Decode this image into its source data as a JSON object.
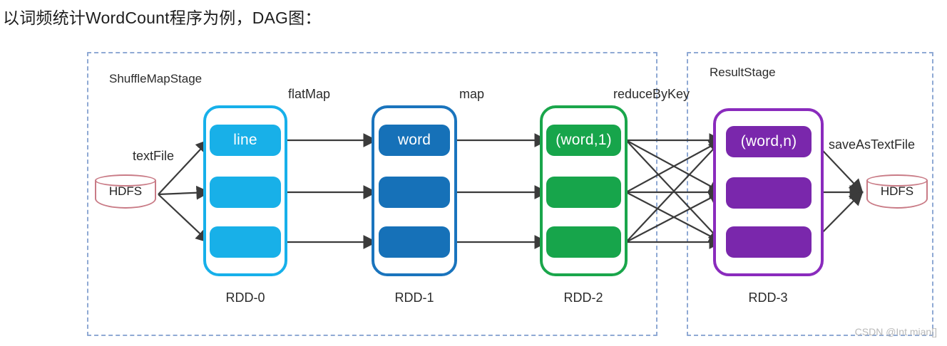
{
  "caption": "以词频统计WordCount程序为例，DAG图：",
  "watermark": "CSDN @Int mian[]",
  "colors": {
    "stage_border": "#8fa9d4",
    "rdd0": "#18b0e8",
    "rdd0_border": "#17b0ea",
    "rdd1": "#1671b8",
    "rdd1_border": "#1a74bd",
    "rdd2": "#17a54b",
    "rdd2_border": "#1aa64b",
    "rdd3": "#7a27ac",
    "rdd3_border": "#8a2bbd",
    "hdfs_border": "#c97b86",
    "arrow": "#3b3b3b"
  },
  "stages": [
    {
      "name": "ShuffleMapStage"
    },
    {
      "name": "ResultStage"
    }
  ],
  "operations": [
    {
      "name": "textFile"
    },
    {
      "name": "flatMap"
    },
    {
      "name": "map"
    },
    {
      "name": "reduceByKey"
    },
    {
      "name": "saveAsTextFile"
    }
  ],
  "storage": [
    {
      "name": "HDFS",
      "role": "input"
    },
    {
      "name": "HDFS",
      "role": "output"
    }
  ],
  "rdds": [
    {
      "name": "RDD-0",
      "color": "blue-light",
      "partitions": [
        "line",
        "",
        ""
      ]
    },
    {
      "name": "RDD-1",
      "color": "blue-dark",
      "partitions": [
        "word",
        "",
        ""
      ]
    },
    {
      "name": "RDD-2",
      "color": "green",
      "partitions": [
        "(word,1)",
        "",
        ""
      ]
    },
    {
      "name": "RDD-3",
      "color": "purple",
      "partitions": [
        "(word,n)",
        "",
        ""
      ]
    }
  ]
}
